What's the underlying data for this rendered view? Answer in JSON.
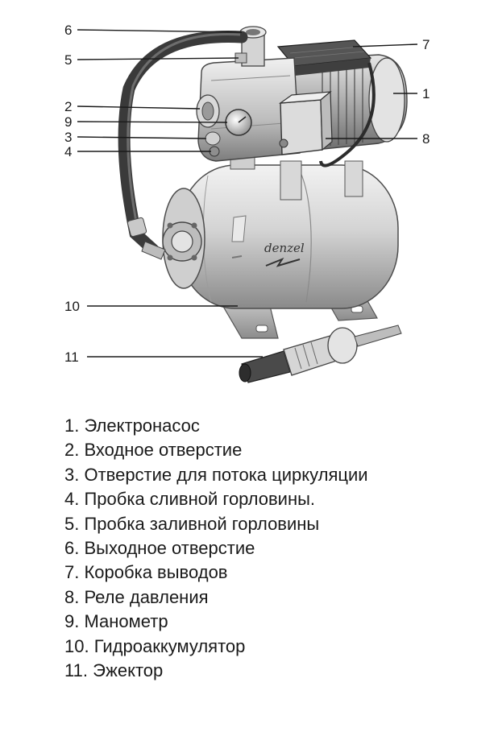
{
  "diagram": {
    "brand_logo_text": "denzel",
    "callouts": [
      {
        "id": "1",
        "label": "1"
      },
      {
        "id": "2",
        "label": "2"
      },
      {
        "id": "3",
        "label": "3"
      },
      {
        "id": "4",
        "label": "4"
      },
      {
        "id": "5",
        "label": "5"
      },
      {
        "id": "6",
        "label": "6"
      },
      {
        "id": "7",
        "label": "7"
      },
      {
        "id": "8",
        "label": "8"
      },
      {
        "id": "9",
        "label": "9"
      },
      {
        "id": "10",
        "label": "10"
      },
      {
        "id": "11",
        "label": "11"
      }
    ]
  },
  "legend": {
    "items": [
      "1. Электронасос",
      "2. Входное отверстие",
      "3. Отверстие для потока циркуляции",
      "4. Пробка сливной горловины.",
      "5. Пробка заливной горловины",
      "6. Выходное отверстие",
      "7. Коробка выводов",
      "8. Реле давления",
      "9. Манометр",
      "10. Гидроаккумулятор",
      "11. Эжектор"
    ]
  },
  "colors": {
    "ink": "#1a1a1a",
    "metal_light": "#e6e6e6",
    "metal_mid": "#b5b5b5",
    "metal_dark": "#6e6e6e",
    "hose": "#3a3a3a"
  }
}
